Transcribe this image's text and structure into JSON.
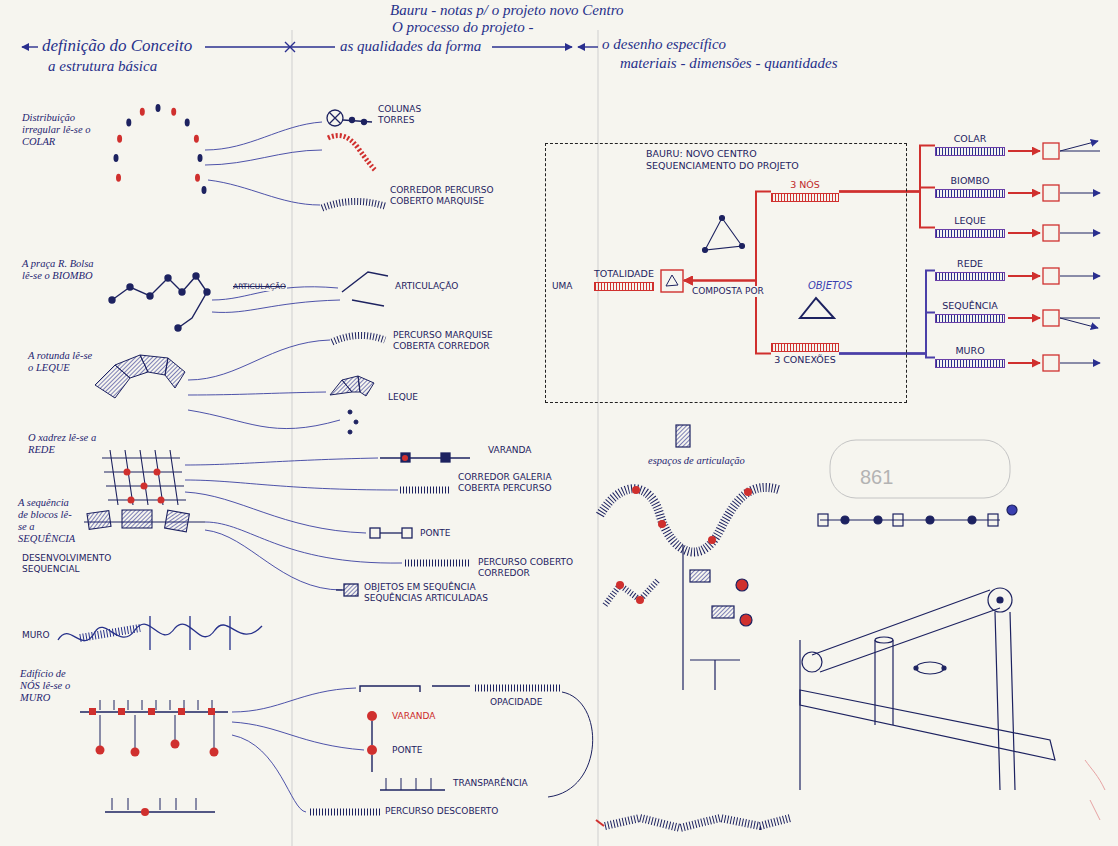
{
  "diagram": {
    "title": "Bauru - notas p/ o projeto novo Centro",
    "nodes": [
      {
        "text": [
          "BAURU: NOVO CENTRO SEQUENCIAMENTO DO PROJETO"
        ]
      },
      {
        "text": [
          "TOTALIDADE"
        ],
        "in": 0
      },
      {
        "text": [
          "3 NÓS"
        ],
        "in": 0
      },
      {
        "text": [
          "3 CONEXÕES"
        ],
        "in": 0
      },
      {
        "text": [
          "COLAR"
        ]
      },
      {
        "text": [
          "BIOMBO"
        ]
      },
      {
        "text": [
          "LEQUE"
        ]
      },
      {
        "text": [
          "REDE"
        ]
      },
      {
        "text": [
          "SEQUÊNCIA"
        ]
      },
      {
        "text": [
          "MURO"
        ]
      }
    ],
    "edges": [
      {
        "from": 2,
        "to": 1,
        "arrow": "to",
        "label": "COMPOSTA POR"
      },
      {
        "from": 3,
        "to": 1,
        "arrow": "to"
      },
      {
        "from": 2,
        "to": 4,
        "arrow": "none"
      },
      {
        "from": 2,
        "to": 5,
        "arrow": "none"
      },
      {
        "from": 2,
        "to": 6,
        "arrow": "none"
      },
      {
        "from": 3,
        "to": 7,
        "arrow": "none"
      },
      {
        "from": 3,
        "to": 8,
        "arrow": "none"
      },
      {
        "from": 3,
        "to": 9,
        "arrow": "none"
      }
    ],
    "labels": [
      "O processo do projeto -",
      "definição do Conceito",
      "a estrutura básica",
      "as qualidades da forma",
      "o desenho específico",
      "materiais - dimensões - quantidades",
      "Distribuição irregular lê-se o COLAR",
      "COLUNAS TORRES",
      "CORREDOR PERCURSO COBERTO MARQUISE",
      "A praça R. Bolsa lê-se o BIOMBO",
      "ARTICULAÇÃO",
      "ARTICULAÇÃO",
      "A rotunda lê-se o LEQUE",
      "PERCURSO MARQUISE COBERTA CORREDOR",
      "LEQUE",
      "O xadrez lê-se a REDE",
      "VARANDA",
      "CORREDOR GALERIA COBERTA PERCURSO",
      "PONTE",
      "A sequência de blocos lê-se a SEQUÊNCIA",
      "DESENVOLVIMENTO SEQUENCIAL",
      "PERCURSO COBERTO CORREDOR",
      "OBJETOS EM SEQUÊNCIA SEQUÊNCIAS ARTICULADAS",
      "MURO",
      "Edifício de NÓS lê-se o MURO",
      "OPACIDADE",
      "VARANDA",
      "PONTE",
      "TRANSPARÊNCIA",
      "PERCURSO DESCOBERTO",
      "UMA",
      "OBJETOS",
      "espaços de articulação",
      "861"
    ]
  }
}
